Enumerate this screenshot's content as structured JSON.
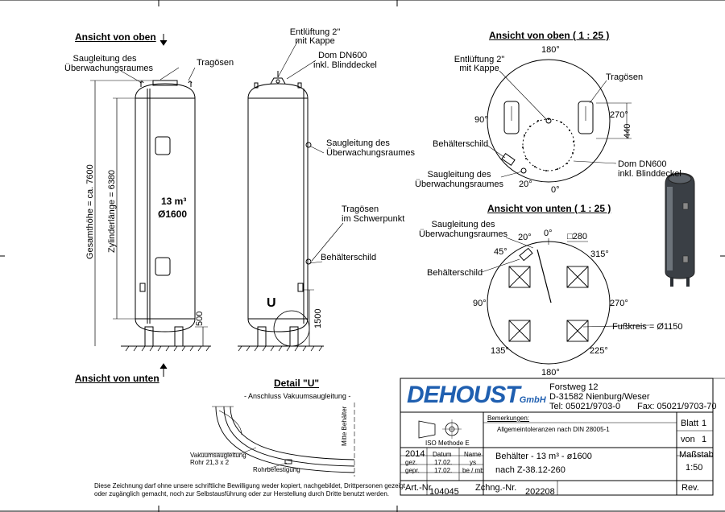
{
  "views": {
    "top_view_heading": "Ansicht von oben",
    "bottom_view_heading": "Ansicht von unten",
    "top_view_125_heading": "Ansicht von oben ( 1 : 25 )",
    "bottom_view_125_heading": "Ansicht von unten ( 1 : 25 )",
    "detail_heading": "Detail \"U\"",
    "detail_subheading": "- Anschluss Vakuumsaugleitung -"
  },
  "side_view": {
    "suction_line_label_1": "Saugleitung des",
    "suction_line_label_2": "Überwachungsraumes",
    "lifting_lugs": "Tragösen",
    "overall_height": "Gesamthöhe = ca. 7600",
    "cylinder_length": "Zylinderlänge = 6380",
    "volume": "13 m³",
    "diameter": "Ø1600",
    "dim_500": "500"
  },
  "front_view": {
    "vent_1": "Entlüftung 2\"",
    "vent_2": "mit Kappe",
    "dome_1": "Dom DN600",
    "dome_2": "inkl. Blinddeckel",
    "suction_1": "Saugleitung des",
    "suction_2": "Überwachungsraumes",
    "lugs_cog_1": "Tragösen",
    "lugs_cog_2": "im Schwerpunkt",
    "nameplate": "Behälterschild",
    "detail_marker": "U",
    "dim_1500": "1500"
  },
  "plan_top": {
    "angle_180": "180°",
    "angle_90": "90°",
    "angle_270": "270°",
    "angle_20": "20°",
    "angle_0": "0°",
    "vent_1": "Entlüftung 2\"",
    "vent_2": "mit Kappe",
    "lugs": "Tragösen",
    "dim_440": "440",
    "nameplate": "Behälterschild",
    "dome_1": "Dom DN600",
    "dome_2": "inkl. Blinddeckel",
    "suction_1": "Saugleitung des",
    "suction_2": "Überwachungsraumes"
  },
  "plan_bottom": {
    "suction_1": "Saugleitung des",
    "suction_2": "Überwachungsraumes",
    "angle_20": "20°",
    "angle_0": "0°",
    "dim_280": "280",
    "angle_45": "45°",
    "angle_315": "315°",
    "nameplate": "Behälterschild",
    "angle_90": "90°",
    "angle_270": "270°",
    "bolt_circle": "Fußkreis = Ø1150",
    "angle_135": "135°",
    "angle_225": "225°",
    "angle_180": "180°"
  },
  "detail": {
    "tank_center": "Mitte Behälter",
    "vacuum_line_1": "Vakuumsaugleitung",
    "vacuum_line_2": "Rohr 21,3 x 2",
    "pipe_fixing": "Rohrbefestigung"
  },
  "disclaimer_1": "Diese Zeichnung darf ohne unsere schriftliche Bewilligung weder kopiert, nachgebildet, Drittpersonen gezeigt",
  "disclaimer_2": "oder zugänglich gemacht, noch zur Selbstausführung oder zur Herstellung durch Dritte benutzt werden.",
  "title_block": {
    "logo_main": "DEHOUST",
    "logo_suffix": "GmbH",
    "street": "Forstweg 12",
    "city": "D-31582 Nienburg/Weser",
    "tel": "Tel: 05021/9703-0",
    "fax": "Fax: 05021/9703-70",
    "remarks_label": "Bemerkungen:",
    "remarks_text": "Allgemeintoleranzen nach DIN 28005-1",
    "iso_label": "ISO Methode E",
    "sheet_label": "Blatt",
    "sheet_value": "1",
    "of_label": "von",
    "of_value": "1",
    "year": "2014",
    "date_label": "Datum",
    "name_label": "Name",
    "drawn_label": "gez.",
    "drawn_date": "17.02.",
    "drawn_name": "ys",
    "checked_label": "gepr.",
    "checked_date": "17.02.",
    "checked_name": "be / mb",
    "title_1": "Behälter - 13 m³ - ø1600",
    "title_2": "nach Z-38.12-260",
    "scale_label": "Maßstab",
    "scale_value": "1:50",
    "art_label": "Art.-Nr.",
    "art_value": "104045",
    "drawing_label": "Zchng.-Nr.",
    "drawing_value": "202208",
    "rev_label": "Rev."
  }
}
